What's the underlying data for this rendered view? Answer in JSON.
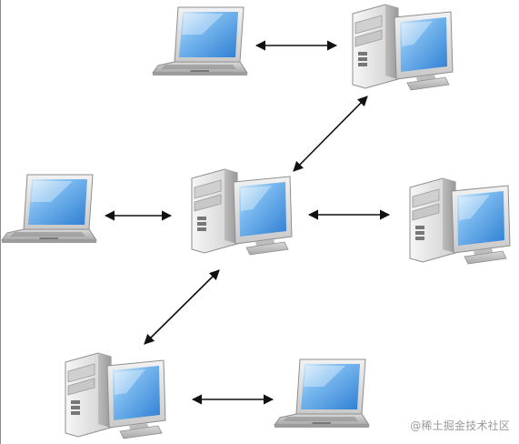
{
  "diagram": {
    "nodes": [
      {
        "id": "laptop-top",
        "kind": "laptop"
      },
      {
        "id": "desktop-top-right",
        "kind": "desktop"
      },
      {
        "id": "laptop-left",
        "kind": "laptop"
      },
      {
        "id": "desktop-center",
        "kind": "desktop"
      },
      {
        "id": "desktop-right",
        "kind": "desktop"
      },
      {
        "id": "desktop-bottom-left",
        "kind": "desktop"
      },
      {
        "id": "laptop-bottom-right",
        "kind": "laptop"
      }
    ],
    "links": [
      {
        "from": "laptop-top",
        "to": "desktop-top-right",
        "direction": "bidirectional"
      },
      {
        "from": "desktop-top-right",
        "to": "desktop-center",
        "direction": "bidirectional"
      },
      {
        "from": "laptop-left",
        "to": "desktop-center",
        "direction": "bidirectional"
      },
      {
        "from": "desktop-center",
        "to": "desktop-right",
        "direction": "bidirectional"
      },
      {
        "from": "desktop-center",
        "to": "desktop-bottom-left",
        "direction": "bidirectional"
      },
      {
        "from": "desktop-bottom-left",
        "to": "laptop-bottom-right",
        "direction": "bidirectional"
      }
    ],
    "colors": {
      "screen": "#5aa4e6",
      "screen_highlight": "#cfe6fb",
      "case": "#e4e4e4",
      "case_shadow": "#a9a9a9",
      "arrow": "#111111"
    }
  },
  "watermark": {
    "text": "@稀土掘金技术社区"
  }
}
